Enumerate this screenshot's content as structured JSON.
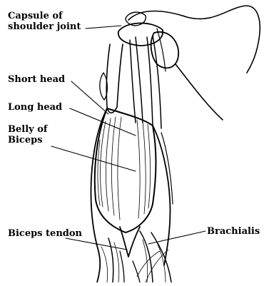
{
  "labels": {
    "capsule_line1": "Capsule of",
    "capsule_line2": "shoulder joint",
    "short_head": "Short head",
    "long_head": "Long head",
    "belly_line1": "Belly of",
    "belly_line2": "Biceps",
    "biceps_tendon": "Biceps tendon",
    "brachialis": "Brachialis"
  }
}
